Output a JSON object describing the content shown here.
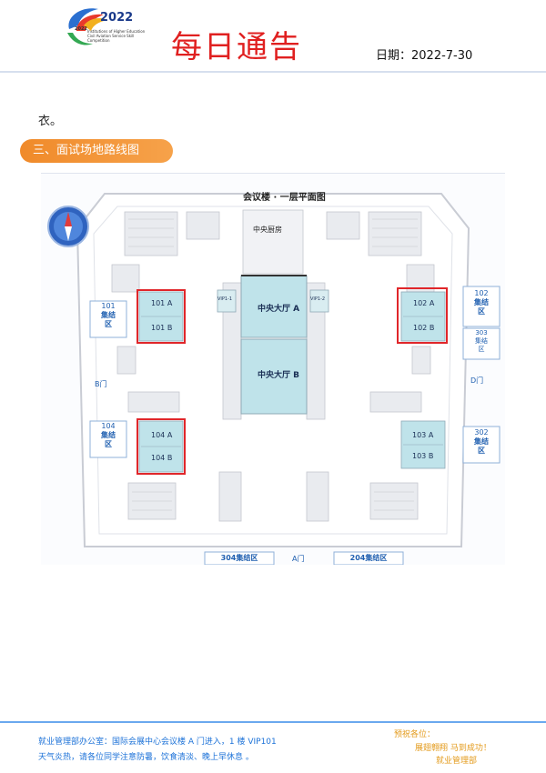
{
  "header": {
    "logo_year": "2022",
    "logo_sub_year": "2022",
    "logo_subtitle": "Institutions of Higher Education Civil Aviation Service Skill Competition",
    "title": "每日通告",
    "date_label": "日期：",
    "date_value": "2022-7-30"
  },
  "body": {
    "continued_text": "衣。",
    "section_title": "三、面试场地路线图"
  },
  "plan": {
    "title": "会议楼 · 一层平面图",
    "kitchen": "中央厨房",
    "hall_a": "中央大厅 A",
    "hall_b": "中央大厅 B",
    "vip1": "VIP1-1",
    "vip2": "VIP1-2",
    "rooms": {
      "r101a": "101 A",
      "r101b": "101 B",
      "r102a": "102 A",
      "r102b": "102 B",
      "r103a": "103 A",
      "r103b": "103 B",
      "r104a": "104 A",
      "r104b": "104 B"
    },
    "zones": {
      "z101_num": "101",
      "z101_l1": "集结",
      "z101_l2": "区",
      "z102_num": "102",
      "z102_l1": "集结",
      "z102_l2": "区",
      "z303_num": "303",
      "z303_l1": "集结",
      "z303_l2": "区",
      "z104_num": "104",
      "z104_l1": "集结",
      "z104_l2": "区",
      "z302_num": "302",
      "z302_l1": "集结",
      "z302_l2": "区",
      "z304": "304集结区",
      "z204": "204集结区"
    },
    "doors": {
      "b": "B门",
      "d": "D门",
      "a": "A门"
    },
    "highlighted_rooms": [
      "101",
      "102",
      "104"
    ],
    "colors": {
      "room_fill": "#bfe3ea",
      "highlight": "#e0262a",
      "zone_text": "#1f5fb0",
      "compass": "#3a72c8"
    }
  },
  "footer": {
    "line1": "就业管理部办公室：国际会展中心会议楼 A 门进入，1 楼 VIP101",
    "line2": "天气炎热，请各位同学注意防暑，饮食清淡、晚上早休息 。",
    "wish1": "预祝各位：",
    "wish2": "展翅翱翔  马到成功！",
    "wish3": "就业管理部"
  }
}
